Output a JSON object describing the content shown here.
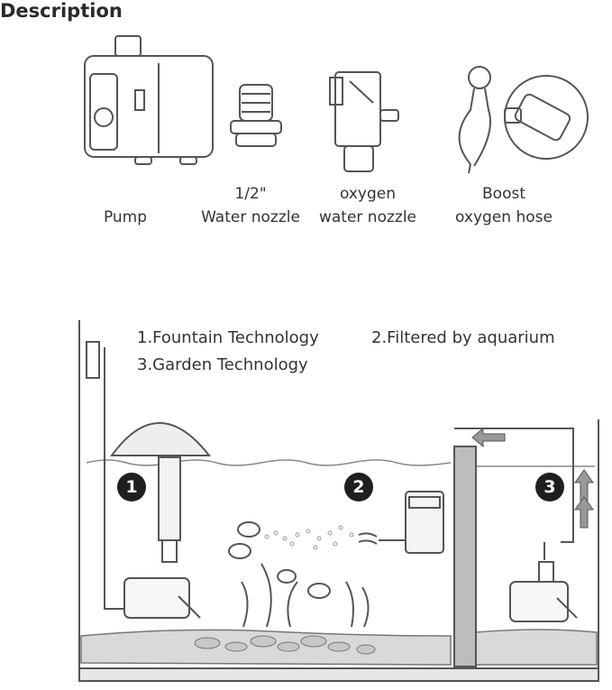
{
  "title": "Description",
  "parts": [
    {
      "lines": [
        "Pump"
      ]
    },
    {
      "lines": [
        "1/2\"",
        "Water nozzle"
      ]
    },
    {
      "lines": [
        "oxygen",
        "water nozzle"
      ]
    },
    {
      "lines": [
        "Boost",
        "oxygen hose"
      ]
    }
  ],
  "legend": {
    "item1": "1.Fountain Technology",
    "item2": "2.Filtered by aquarium",
    "item3": "3.Garden Technology"
  },
  "badges": [
    "1",
    "2",
    "3"
  ],
  "colors": {
    "line": "#555555",
    "dark": "#1f1f1f",
    "gravel": "#cfcfcf",
    "water": "#f3f3f3"
  }
}
